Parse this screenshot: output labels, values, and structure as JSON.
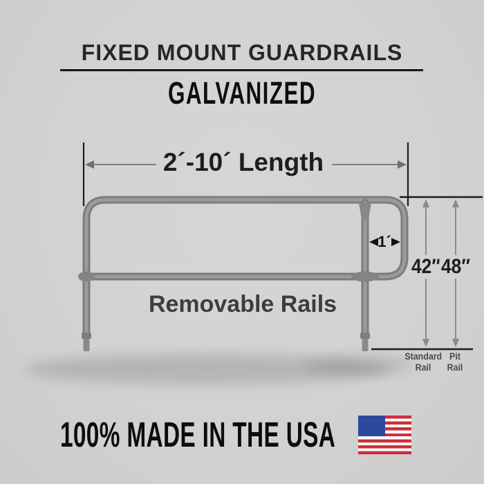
{
  "header": {
    "title": "FIXED MOUNT GUARDRAILS",
    "subtitle": "GALVANIZED"
  },
  "diagram": {
    "length_dimension": "2´-10´ Length",
    "rail_gap_dimension": "1´",
    "standard_height": "42″",
    "pit_height": "48″",
    "standard_rail_caption": "Standard Rail",
    "pit_rail_caption": "Pit Rail",
    "removable_rails_label": "Removable Rails"
  },
  "footer": {
    "made_in_usa": "100% MADE IN THE USA",
    "flag_icon": "us-flag-icon"
  },
  "colors": {
    "background": "#d2d2d2",
    "text_dark": "#1c1c1c",
    "rail_tube_gray": "#8a8a8a",
    "dimension_line_gray": "#7e7e7e",
    "flag_red": "#ce2e3a",
    "flag_blue": "#2b4a9b",
    "flag_white": "#ffffff"
  }
}
